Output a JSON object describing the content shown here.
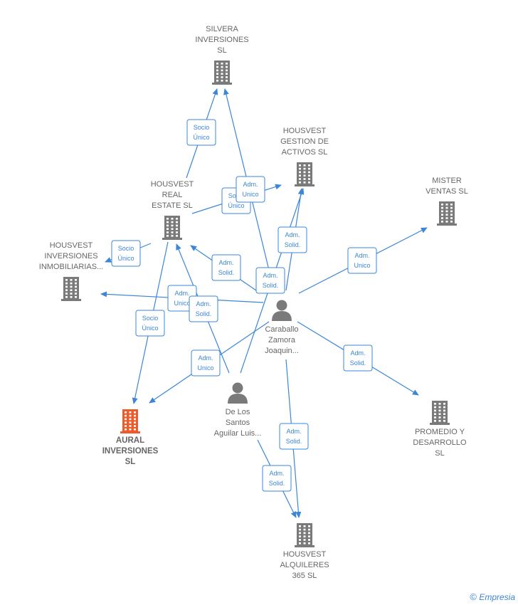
{
  "diagram": {
    "nodes": [
      {
        "id": "silvera",
        "kind": "company",
        "lines": [
          "SILVERA",
          "INVERSIONES",
          "SL"
        ]
      },
      {
        "id": "gestion",
        "kind": "company",
        "lines": [
          "HOUSVEST",
          "GESTION DE",
          "ACTIVOS  SL"
        ]
      },
      {
        "id": "mister",
        "kind": "company",
        "lines": [
          "MISTER",
          "VENTAS SL"
        ]
      },
      {
        "id": "realestate",
        "kind": "company",
        "lines": [
          "HOUSVEST",
          "REAL",
          "ESTATE  SL"
        ]
      },
      {
        "id": "inmobiliarias",
        "kind": "company",
        "lines": [
          "HOUSVEST",
          "INVERSIONES",
          "INMOBILIARIAS..."
        ]
      },
      {
        "id": "caraballo",
        "kind": "person",
        "lines": [
          "Caraballo",
          "Zamora",
          "Joaquin..."
        ]
      },
      {
        "id": "aural",
        "kind": "company-focus",
        "lines": [
          "AURAL",
          "INVERSIONES",
          "SL"
        ]
      },
      {
        "id": "delossantos",
        "kind": "person",
        "lines": [
          "De Los",
          "Santos",
          "Aguilar Luis..."
        ]
      },
      {
        "id": "promedio",
        "kind": "company",
        "lines": [
          "PROMEDIO Y",
          "DESARROLLO",
          "SL"
        ]
      },
      {
        "id": "alquileres",
        "kind": "company",
        "lines": [
          "HOUSVEST",
          "ALQUILERES",
          "365  SL"
        ]
      }
    ],
    "edges": [
      {
        "from": "realestate",
        "to": "silvera",
        "label": [
          "Socio",
          "Único"
        ]
      },
      {
        "from": "realestate",
        "to": "inmobiliarias",
        "label": [
          "Socio",
          "Único"
        ]
      },
      {
        "from": "realestate",
        "to": "aural",
        "label": [
          "Socio",
          "Único"
        ]
      },
      {
        "from": "realestate",
        "to": "gestion",
        "label": [
          "Socio",
          "Único"
        ]
      },
      {
        "from": "caraballo",
        "to": "silvera",
        "label": [
          "Adm.",
          "Unico"
        ]
      },
      {
        "from": "caraballo",
        "to": "gestion",
        "label": [
          "Adm.",
          "Solid."
        ]
      },
      {
        "from": "caraballo",
        "to": "mister",
        "label": [
          "Adm.",
          "Unico"
        ]
      },
      {
        "from": "caraballo",
        "to": "realestate",
        "label": [
          "Adm.",
          "Solid."
        ]
      },
      {
        "from": "caraballo",
        "to": "inmobiliarias",
        "label": [
          "Adm.",
          "Unico"
        ]
      },
      {
        "from": "caraballo",
        "to": "aural",
        "label": [
          "Adm.",
          "Unico"
        ]
      },
      {
        "from": "caraballo",
        "to": "promedio",
        "label": [
          "Adm.",
          "Solid."
        ]
      },
      {
        "from": "caraballo",
        "to": "alquileres",
        "label": [
          "Adm.",
          "Solid."
        ]
      },
      {
        "from": "delossantos",
        "to": "gestion",
        "label": [
          "Adm.",
          "Solid."
        ]
      },
      {
        "from": "delossantos",
        "to": "realestate",
        "label": [
          "Adm.",
          "Solid."
        ]
      },
      {
        "from": "delossantos",
        "to": "alquileres",
        "label": [
          "Adm.",
          "Solid."
        ]
      }
    ]
  },
  "branding": {
    "copyright_symbol": "©",
    "name": "Empresia"
  },
  "colors": {
    "edge": "#3b86d8",
    "node": "#7a7a7a",
    "focus": "#f05a28",
    "label": "#666666"
  }
}
